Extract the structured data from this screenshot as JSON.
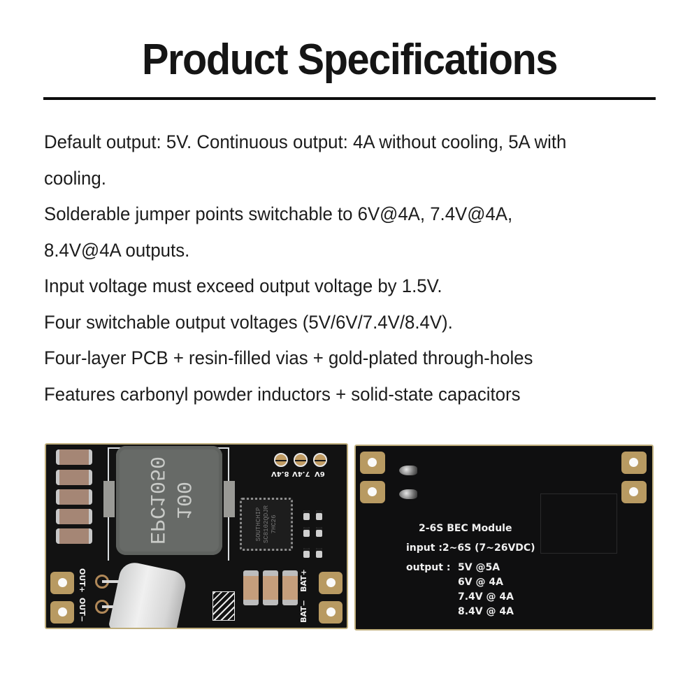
{
  "header": {
    "title": "Product Specifications"
  },
  "specs": [
    "Default output: 5V. Continuous output: 4A without cooling, 5A with",
    "cooling.",
    "Solderable jumper points switchable to 6V@4A, 7.4V@4A,",
    "8.4V@4A outputs.",
    "Input voltage must exceed output voltage by 1.5V.",
    "Four switchable output voltages (5V/6V/7.4V/8.4V).",
    "Four-layer PCB + resin-filled vias + gold-plated through-holes",
    "Features carbonyl powder inductors + solid-state capacitors"
  ],
  "front_board": {
    "inductor_marking": [
      "100",
      "EPC1050"
    ],
    "chip_marking": [
      "SOUTHCHIP",
      "SC8102QDJR",
      "7HC26"
    ],
    "jumper_labels": [
      "8.4V",
      "7.4V",
      "6V"
    ],
    "pin_labels": {
      "out_plus": "OUT+",
      "out_minus": "OUT−",
      "bat_plus": "BAT+",
      "bat_minus": "BAT−"
    }
  },
  "back_board": {
    "module_name": "2-6S BEC Module",
    "input": "input :2~6S (7~26VDC)",
    "output_label": "output :",
    "outputs": [
      "5V @5A",
      "6V @ 4A",
      "7.4V @ 4A",
      "8.4V @ 4A"
    ]
  },
  "colors": {
    "pcb": "#121212",
    "gold_pad": "#b89a62",
    "inductor": "#676a67",
    "ceramic_cap": "#a58675",
    "title": "#151515"
  }
}
